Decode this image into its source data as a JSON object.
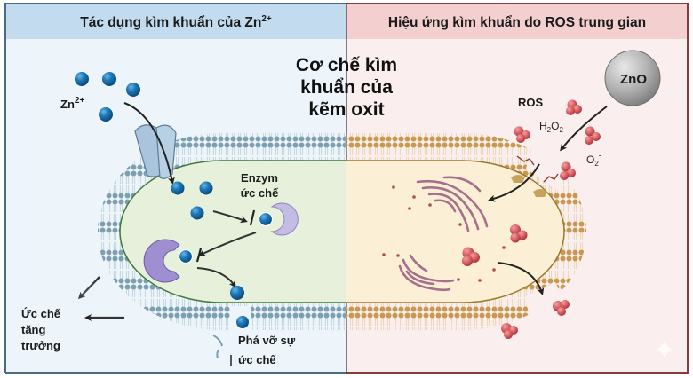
{
  "left_panel": {
    "header": "Tác dụng kìm khuẩn của Zn",
    "header_sup": "2+",
    "ion_label": "Zn",
    "ion_sup": "2+",
    "enzyme_label_line1": "Enzym",
    "enzyme_label_line2": "ức chế",
    "growth_label_line1": "Ức chế",
    "growth_label_line2": "tăng",
    "growth_label_line3": "trưởng",
    "disrupt_label_line1": "Phá vỡ sự",
    "disrupt_label_line2": "ức chế",
    "colors": {
      "header_bg": "#c3dbee",
      "panel_bg": "#edf5fa",
      "border": "#4a6a85",
      "cytoplasm": "#e6f0da",
      "membrane": "#7f9fae",
      "ion": "#1b6fae",
      "enzyme": "#a79ad6"
    }
  },
  "right_panel": {
    "header": "Hiệu ứng kìm khuẩn do ROS trung gian",
    "ros_label": "ROS",
    "h2o2_label": "H",
    "h2o2_sub1": "2",
    "h2o2_mid": "O",
    "h2o2_sub2": "2",
    "o2_label": "O",
    "o2_sub": "2",
    "o2_sup": "-",
    "zno_label": "ZnO",
    "colors": {
      "header_bg": "#f3cfcf",
      "panel_bg": "#fbeeee",
      "border": "#8a3a3a",
      "cytoplasm": "#fbefd6",
      "membrane": "#c99a55",
      "ros": "#d8585e",
      "dna": "#a86f8a"
    }
  },
  "center_title": {
    "line1": "Cơ chế kìm",
    "line2": "khuẩn của",
    "line3": "kẽm oxit"
  }
}
